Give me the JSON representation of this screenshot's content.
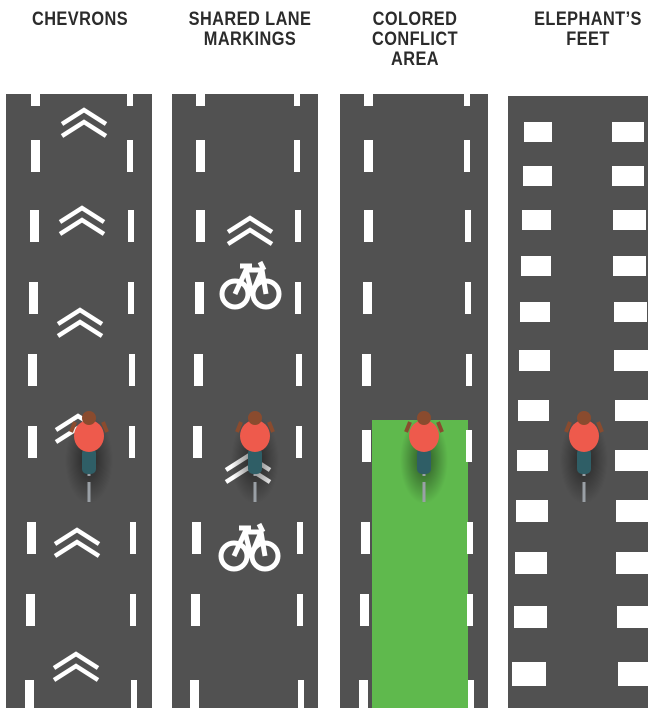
{
  "titles": {
    "chevrons": "CHEVRONS",
    "shared_lane": "SHARED LANE\nMARKINGS",
    "colored_conflict": "COLORED\nCONFLICT\nAREA",
    "elephants_feet": "ELEPHANT’S\nFEET"
  },
  "colors": {
    "road": "#515151",
    "marking": "#ffffff",
    "conflict_green": "#5fb94d",
    "shirt": "#ee5a4c",
    "skin": "#8a4b2e",
    "pants": "#2f5e66"
  },
  "icons": [
    "chevron-marking-icon",
    "bicycle-symbol-icon",
    "cyclist-icon"
  ]
}
